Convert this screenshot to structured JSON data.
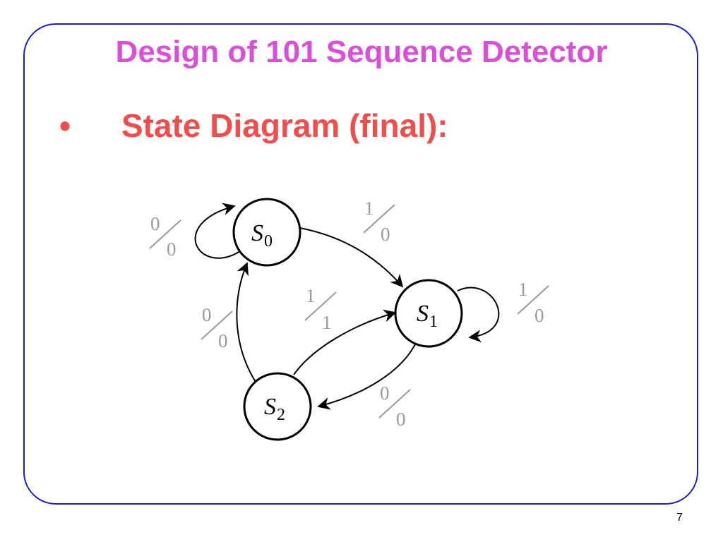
{
  "slide": {
    "title": "Design of 101 Sequence Detector",
    "bullet_marker": "•",
    "bullet_text": "State Diagram (final):",
    "page_number": "7"
  },
  "colors": {
    "frame": "#1c1ccf",
    "title": "#d84fd8",
    "bullet": "#f04d4d",
    "transition_label": "#9a9a9a"
  },
  "diagram": {
    "states": [
      {
        "id": "S0",
        "base": "S",
        "sub": "0"
      },
      {
        "id": "S1",
        "base": "S",
        "sub": "1"
      },
      {
        "id": "S2",
        "base": "S",
        "sub": "2"
      }
    ],
    "transitions": [
      {
        "from": "S0",
        "to": "S0",
        "input": "0",
        "output": "0"
      },
      {
        "from": "S0",
        "to": "S1",
        "input": "1",
        "output": "0"
      },
      {
        "from": "S1",
        "to": "S1",
        "input": "1",
        "output": "0"
      },
      {
        "from": "S1",
        "to": "S2",
        "input": "0",
        "output": "0"
      },
      {
        "from": "S2",
        "to": "S1",
        "input": "1",
        "output": "1"
      },
      {
        "from": "S2",
        "to": "S0",
        "input": "0",
        "output": "0"
      }
    ]
  }
}
